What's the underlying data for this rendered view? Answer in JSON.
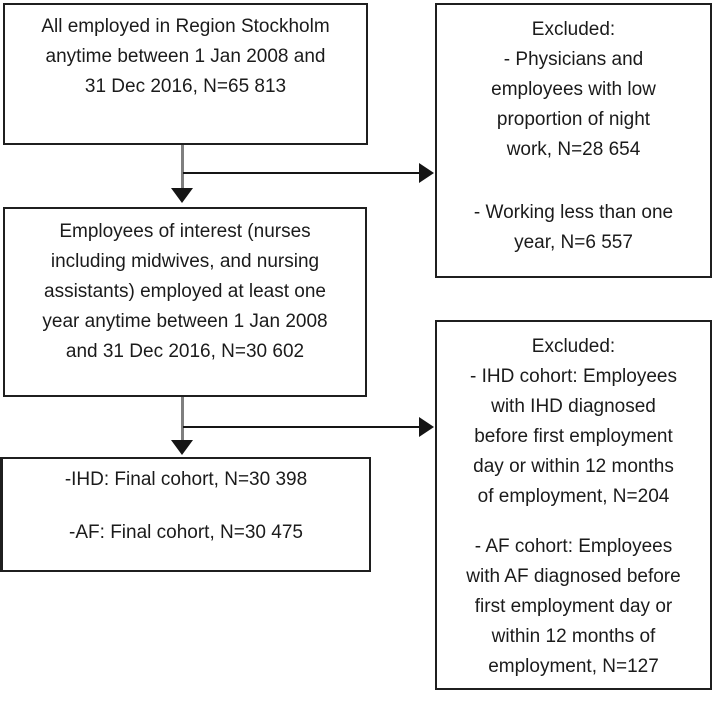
{
  "diagram": {
    "kind": "study-flowchart",
    "colors": {
      "background": "#ffffff",
      "box_border": "#1f1f1f",
      "connector_vertical": "#7f7f7f",
      "connector_horizontal": "#151515",
      "text": "#1b1b1b"
    },
    "boxes": {
      "source": {
        "lines": [
          "All employed in Region Stockholm",
          "anytime between 1 Jan 2008 and",
          "31 Dec 2016, N=65 813"
        ]
      },
      "excluded_top": {
        "lines": [
          "Excluded:",
          "- Physicians and",
          "employees with low",
          "proportion of night",
          "work, N=28 654",
          "",
          "- Working less than one",
          "year, N=6 557"
        ]
      },
      "cohort": {
        "lines": [
          "Employees of interest (nurses",
          "including midwives, and nursing",
          "assistants) employed at least one",
          "year anytime between 1 Jan 2008",
          "and 31 Dec 2016, N=30 602"
        ]
      },
      "final": {
        "lines": [
          "-IHD: Final cohort, N=30 398",
          "",
          "-AF: Final cohort, N=30 475"
        ]
      },
      "excluded_bottom": {
        "lines": [
          "Excluded:",
          "- IHD cohort: Employees",
          "with IHD diagnosed",
          "before first employment",
          "day or within 12 months",
          "of employment, N=204",
          "",
          "- AF cohort: Employees",
          "with AF diagnosed before",
          "first employment day or",
          "within 12 months of",
          "employment, N=127"
        ]
      }
    }
  }
}
